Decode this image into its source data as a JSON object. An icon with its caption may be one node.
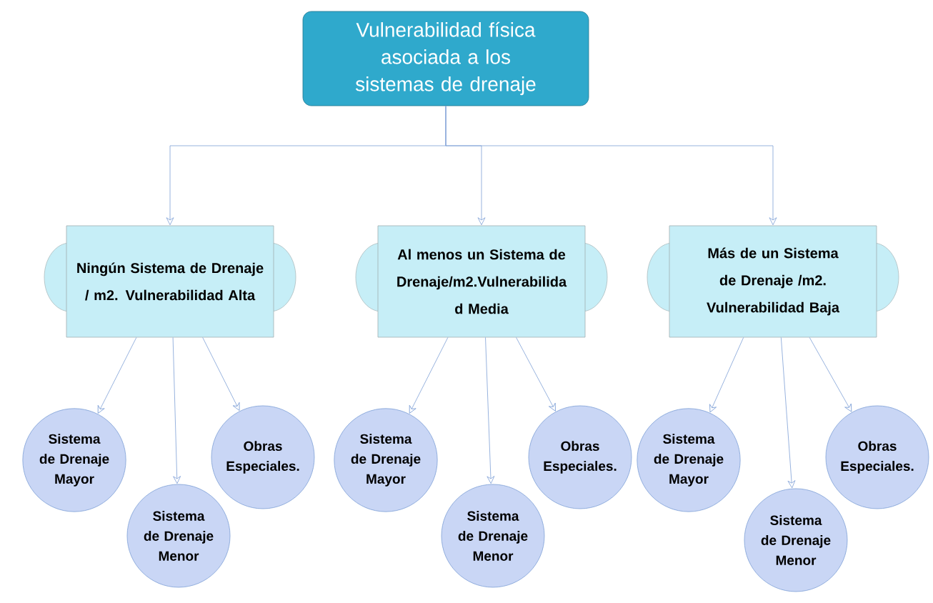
{
  "diagram": {
    "nodes": [
      {
        "text": [
          "Vulnerabilidad física asociada a los sistemas de drenaje"
        ]
      },
      {
        "text": [
          "Ningún Sistema de Drenaje / m2. Vulnerabilidad Alta"
        ]
      },
      {
        "text": [
          "Al menos un Sistema de Drenaje/m2.Vulnerabilida d Media"
        ]
      },
      {
        "text": [
          "Más de un Sistema de Drenaje /m2. Vulnerabilidad Baja"
        ]
      },
      {
        "text": [
          "Sistema de Drenaje Mayor"
        ]
      },
      {
        "text": [
          "Sistema de Drenaje Menor"
        ]
      },
      {
        "text": [
          "Obras Especiales."
        ]
      },
      {
        "text": [
          "Sistema de Drenaje Mayor"
        ]
      },
      {
        "text": [
          "Sistema de Drenaje Menor"
        ]
      },
      {
        "text": [
          "Obras Especiales."
        ]
      },
      {
        "text": [
          "Sistema de Drenaje Mayor"
        ]
      },
      {
        "text": [
          "Sistema de Drenaje Menor"
        ]
      },
      {
        "text": [
          "Obras Especiales."
        ]
      }
    ],
    "edges": [
      {
        "from": 0,
        "to": 1,
        "arrow": "to"
      },
      {
        "from": 0,
        "to": 2,
        "arrow": "to"
      },
      {
        "from": 0,
        "to": 3,
        "arrow": "to"
      },
      {
        "from": 1,
        "to": 4,
        "arrow": "to"
      },
      {
        "from": 1,
        "to": 5,
        "arrow": "to"
      },
      {
        "from": 1,
        "to": 6,
        "arrow": "to"
      },
      {
        "from": 2,
        "to": 7,
        "arrow": "to"
      },
      {
        "from": 2,
        "to": 8,
        "arrow": "to"
      },
      {
        "from": 2,
        "to": 9,
        "arrow": "to"
      },
      {
        "from": 3,
        "to": 10,
        "arrow": "to"
      },
      {
        "from": 3,
        "to": 11,
        "arrow": "to"
      },
      {
        "from": 3,
        "to": 12,
        "arrow": "to"
      }
    ]
  }
}
